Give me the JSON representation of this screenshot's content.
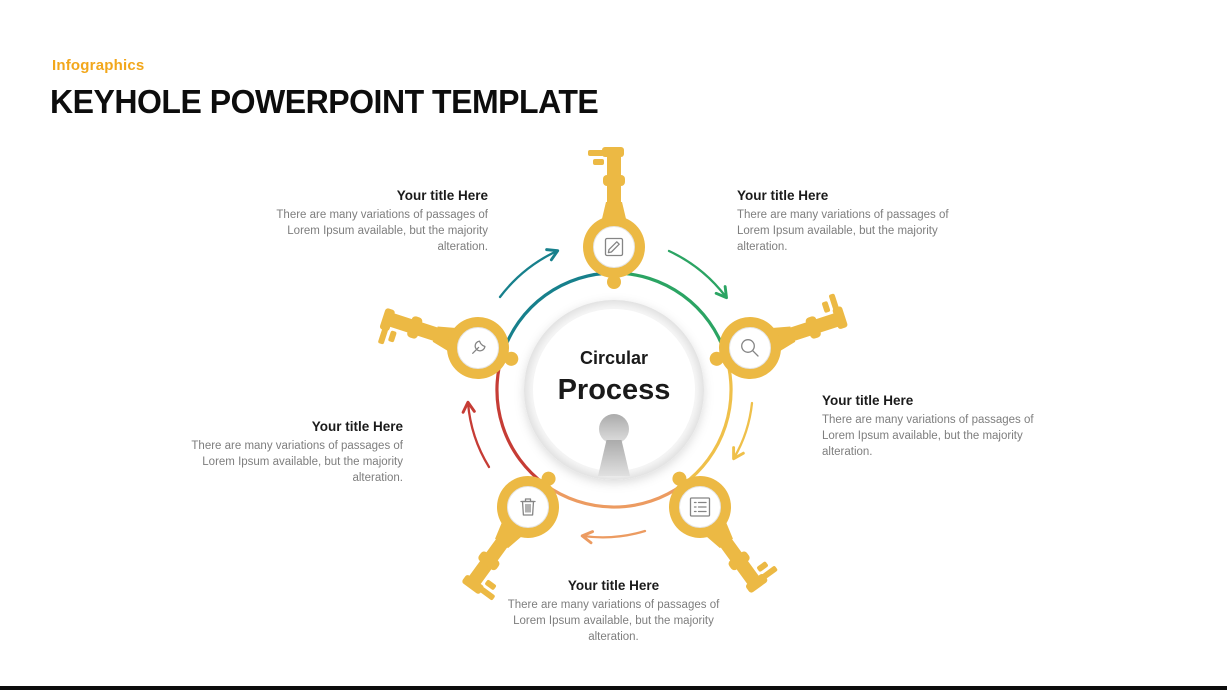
{
  "header": {
    "eyebrow": "Infographics",
    "title": "KEYHOLE POWERPOINT TEMPLATE"
  },
  "center": {
    "title_line1": "Circular",
    "title_line2": "Process"
  },
  "blocks": [
    {
      "position": "top-left",
      "title": "Your title Here",
      "description": "There are many variations of passages of Lorem Ipsum available, but the majority alteration."
    },
    {
      "position": "top-right",
      "title": "Your title Here",
      "description": "There are many variations of passages of Lorem Ipsum available, but the majority alteration."
    },
    {
      "position": "right",
      "title": "Your title Here",
      "description": "There are many variations of passages of Lorem Ipsum available, but the majority alteration."
    },
    {
      "position": "left",
      "title": "Your title Here",
      "description": "There are many variations of passages of Lorem Ipsum available, but the majority alteration."
    },
    {
      "position": "bottom",
      "title": "Your title Here",
      "description": "There are many variations of passages of Lorem Ipsum available, but the majority alteration."
    }
  ],
  "keys": [
    {
      "position": "top",
      "icon": "edit-icon"
    },
    {
      "position": "upper-right",
      "icon": "search-icon"
    },
    {
      "position": "lower-right",
      "icon": "list-icon"
    },
    {
      "position": "lower-left",
      "icon": "trash-icon"
    },
    {
      "position": "upper-left",
      "icon": "wrench-icon"
    }
  ],
  "colors": {
    "eyebrow": "#F2A71B",
    "key_gold": "#ECB944",
    "arc_teal": "#17808C",
    "arc_green": "#2BA463",
    "arc_yellow": "#EFC04A",
    "arc_orange": "#EC9B61",
    "arc_red": "#C63C35",
    "body_gray": "#7E7E7E",
    "bottom_bar": "#0D0D0D"
  }
}
